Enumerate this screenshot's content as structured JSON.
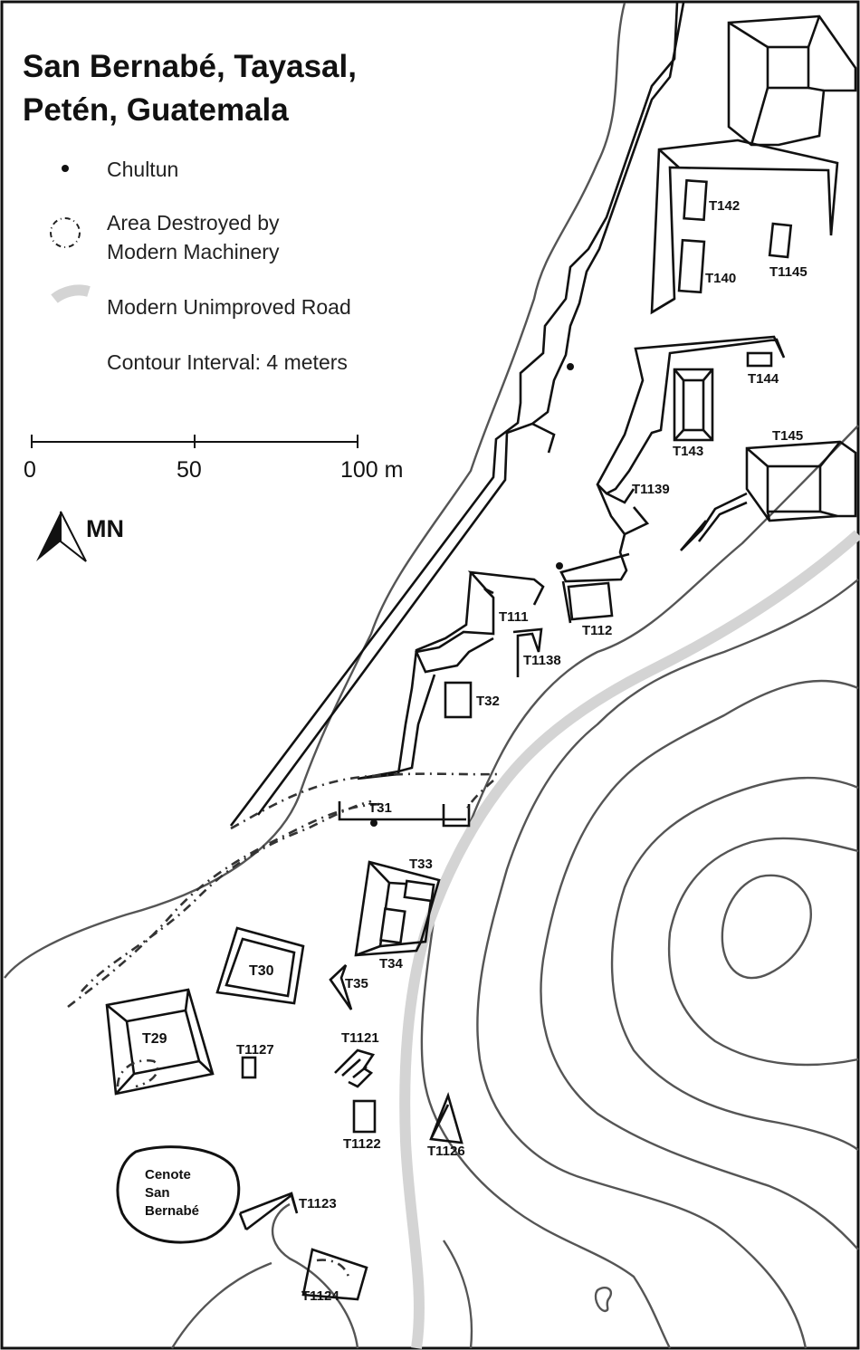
{
  "map": {
    "title_line1": "San Bernabé, Tayasal,",
    "title_line2": "Petén, Guatemala",
    "legend": {
      "chultun": "Chultun",
      "destroyed_line1": "Area Destroyed by",
      "destroyed_line2": "Modern Machinery",
      "road": "Modern Unimproved Road",
      "contour": "Contour Interval: 4 meters"
    },
    "scale": {
      "tick0": "0",
      "tick50": "50",
      "tick100": "100 m"
    },
    "north": {
      "label": "MN",
      "icon": "north-arrow-icon"
    },
    "features": {
      "T142": "T142",
      "T140": "T140",
      "T1145": "T1145",
      "T144": "T144",
      "T143": "T143",
      "T145": "T145",
      "T1139": "T1139",
      "T111": "T111",
      "T112": "T112",
      "T1138": "T1138",
      "T32": "T32",
      "T31": "T31",
      "T33": "T33",
      "T34": "T34",
      "T30": "T30",
      "T35": "T35",
      "T29": "T29",
      "T1127": "T1127",
      "T1121": "T1121",
      "T1122": "T1122",
      "T1126": "T1126",
      "T1123": "T1123",
      "T1124": "T1124",
      "cenote_line1": "Cenote",
      "cenote_line2": "San",
      "cenote_line3": "Bernabé"
    },
    "colors": {
      "road": "#d4d4d4",
      "contour": "#555555",
      "structure": "#111111",
      "background": "#ffffff"
    }
  }
}
